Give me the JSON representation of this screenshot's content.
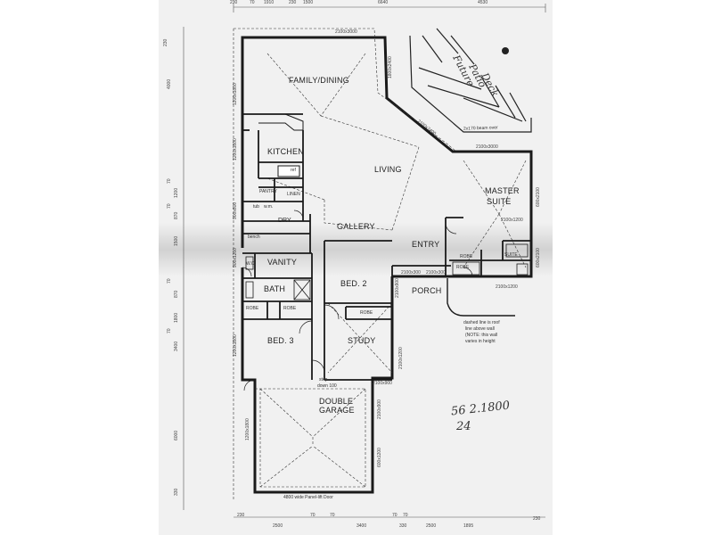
{
  "rooms": {
    "family": "FAMILY/DINING",
    "kitchen": "KITCHEN",
    "living": "LIVING",
    "master": "MASTER",
    "suite": "SUITE",
    "gallery": "GALLERY",
    "entry": "ENTRY",
    "bed2": "BED. 2",
    "bed3": "BED. 3",
    "study": "STUDY",
    "bath": "BATH",
    "vanity": "VANITY",
    "porch": "PORCH",
    "garage_1": "DOUBLE",
    "garage_2": "GARAGE",
    "dry": "DRY",
    "pantry": "PANTRY",
    "linen": "LINEN",
    "ref": "ref",
    "wc": "W.C.",
    "robe_a": "ROBE",
    "robe_b": "ROBE",
    "robe_c": "ROBE",
    "robe_d": "ROBE",
    "robe_e": "ROBE",
    "ensuite": "SUITE",
    "bench": "bench",
    "tub": "tub",
    "wm": "w.m."
  },
  "dims_top": [
    "230",
    "70",
    "1910",
    "230",
    "1500",
    "6640",
    "4530"
  ],
  "dims_left": [
    "230",
    "4000",
    "70",
    "1200",
    "70",
    "870",
    "1500",
    "70",
    "870",
    "1800",
    "70",
    "3400",
    "6000",
    "330"
  ],
  "dims_bottom": [
    "230",
    "2500",
    "70",
    "70",
    "3400",
    "70",
    "70",
    "330",
    "2500",
    "1895",
    "230"
  ],
  "window_labels": {
    "w1": "2100x3000",
    "w2": "1800x2400",
    "w3": "2100x2400",
    "w4": "2100x3000",
    "w5": "1200x1800",
    "w6": "1200x1800",
    "w7": "900x600",
    "w8": "2100x300",
    "w9": "2100x300",
    "w10": "2100x1200",
    "w11": "600x2100",
    "w12": "600x2100",
    "w13": "900x1200",
    "w14": "1200x1800",
    "w15": "2100x900",
    "w16": "2100x1200",
    "w17": "2100x900",
    "w18": "2100x900",
    "w19": "1200x1800",
    "w20": "600x1200",
    "w21": "2100x1200"
  },
  "notes": {
    "step": "step",
    "step2": "down 100",
    "garage_door": "4800 wide Panel-lift Door",
    "beam": "2x170 beam over",
    "dash1": "dashed line is roof",
    "dash2": "line above wall",
    "dash3": "(NOTE: this wall",
    "dash4": "varies in height"
  },
  "handwriting": {
    "line1": "Future",
    "line2": "Patio",
    "line3": "Deck",
    "line4": "56 2.1800",
    "line5": "24"
  }
}
